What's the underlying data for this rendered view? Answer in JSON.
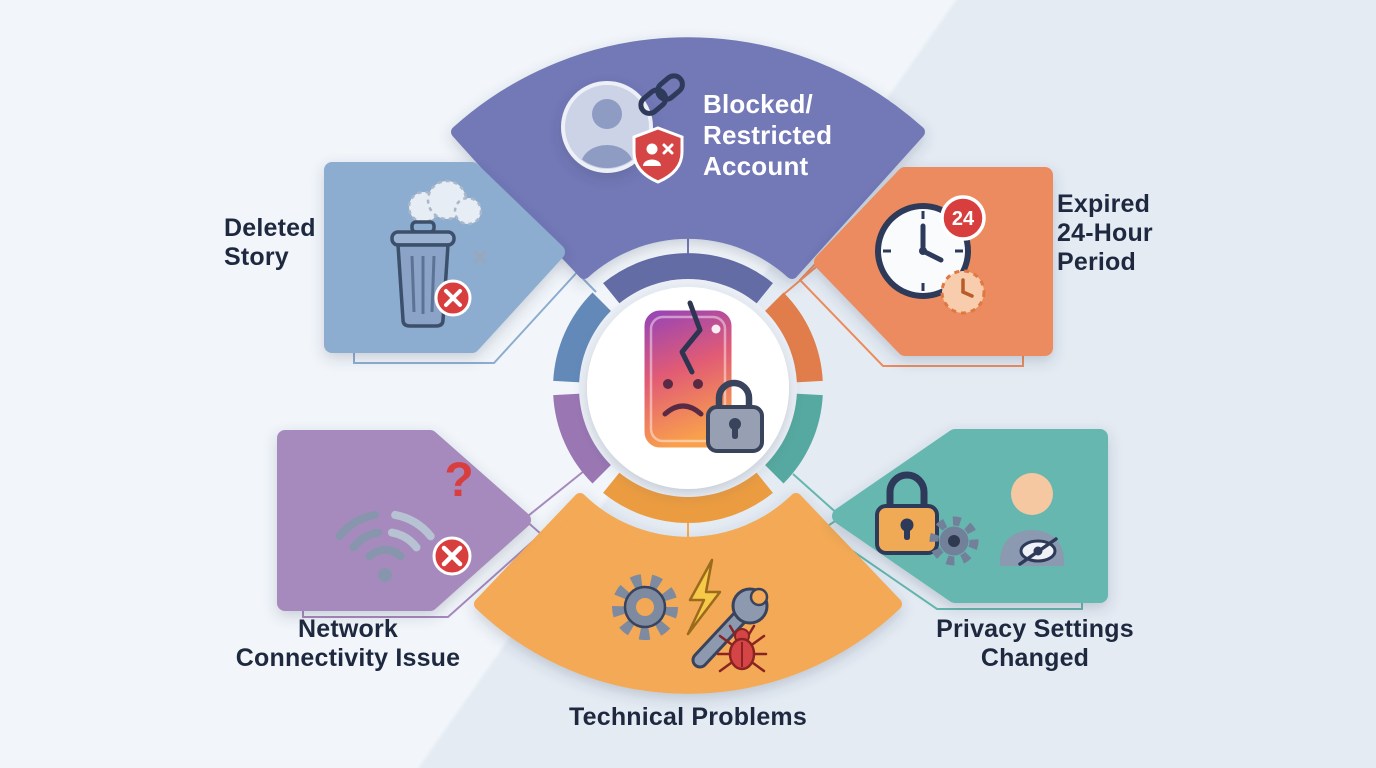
{
  "figure": {
    "type": "radial-infographic",
    "center_icon": "cracked-instagram-phone-lock-icon"
  },
  "background": {
    "upper_left": "#f2f6fa",
    "lower_right": "#e4ebf3"
  },
  "segments": [
    {
      "id": "blocked-restricted-account",
      "label": "Blocked/\nRestricted\nAccount",
      "color": "#7378b7",
      "ring_color": "#646ca6",
      "icon": "user-chain-blocked-shield-icon",
      "text_color": "#ffffff"
    },
    {
      "id": "deleted-story",
      "label": "Deleted\nStory",
      "color": "#8cadd0",
      "ring_color": "#6289b8",
      "icon": "trash-cloud-delete-icon",
      "text_color": "#1e2940"
    },
    {
      "id": "expired-24-hour-period",
      "label": "Expired\n24-Hour\nPeriod",
      "color": "#eb8b5e",
      "ring_color": "#e07d4b",
      "icon": "clock-24-icon",
      "badge": "24",
      "text_color": "#1e2940"
    },
    {
      "id": "network-connectivity-issue",
      "label": "Network\nConnectivity Issue",
      "color": "#a78abd",
      "ring_color": "#9a77b3",
      "icon": "broken-wifi-icon",
      "glyph": "?",
      "text_color": "#1e2940"
    },
    {
      "id": "privacy-settings-changed",
      "label": "Privacy Settings\nChanged",
      "color": "#65b7af",
      "ring_color": "#56a9a0",
      "icon": "lock-gear-hidden-user-icon",
      "text_color": "#1e2940"
    },
    {
      "id": "technical-problems",
      "label": "Technical Problems",
      "color": "#f3a954",
      "ring_color": "#eb9c41",
      "icon": "gear-bolt-wrench-bug-icon",
      "text_color": "#1e2940"
    }
  ]
}
